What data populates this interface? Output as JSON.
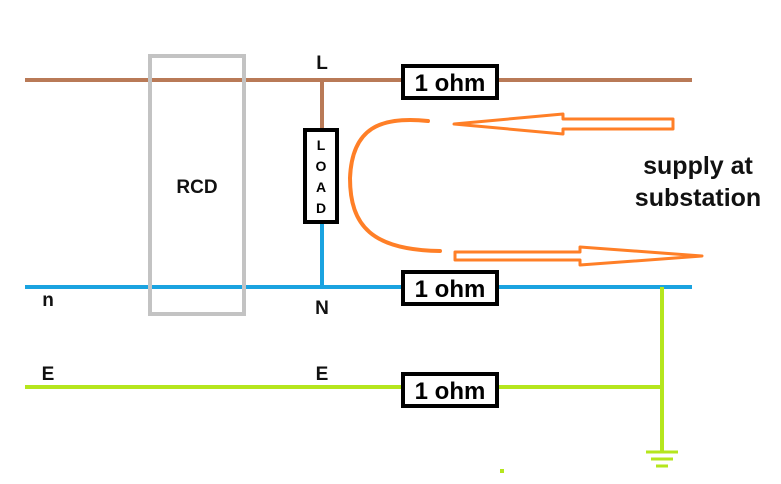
{
  "labels": {
    "rcd": "RCD",
    "line_top": "L",
    "neutral_left": "n",
    "neutral_mid": "N",
    "earth_left": "E",
    "earth_mid": "E",
    "load_letters": [
      "L",
      "O",
      "A",
      "D"
    ],
    "supply_line1": "supply at",
    "supply_line2": "substation"
  },
  "resistors": {
    "line": "1 ohm",
    "neutral": "1 ohm",
    "earth": "1 ohm"
  },
  "colors": {
    "line_wire": "#b97a57",
    "neutral_wire": "#1aa3e0",
    "earth_wire": "#b5e61d",
    "rcd_box": "#c3c3c3",
    "current_arrow": "#ff7f27"
  },
  "icons": {
    "ground": "ground-symbol-icon"
  }
}
